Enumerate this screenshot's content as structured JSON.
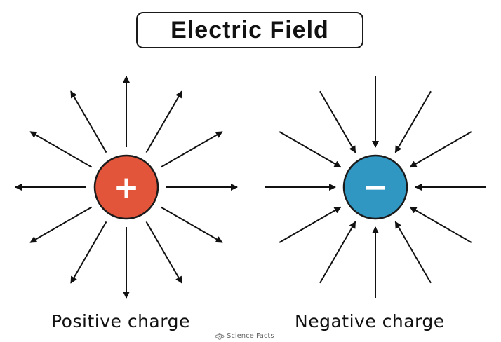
{
  "title": "Electric Field",
  "charges": [
    {
      "id": "positive",
      "symbol": "+",
      "caption": "Positive charge",
      "color": "#e2553a",
      "field_direction": "outward"
    },
    {
      "id": "negative",
      "symbol": "−",
      "caption": "Negative charge",
      "color": "#3097c3",
      "field_direction": "inward"
    }
  ],
  "field_lines_per_charge": 12,
  "colors": {
    "outline": "#1a1a1a",
    "arrow": "#111111",
    "symbol": "#ffffff"
  },
  "watermark": {
    "text": "Science Facts",
    "icon": "atom-logo-icon"
  }
}
